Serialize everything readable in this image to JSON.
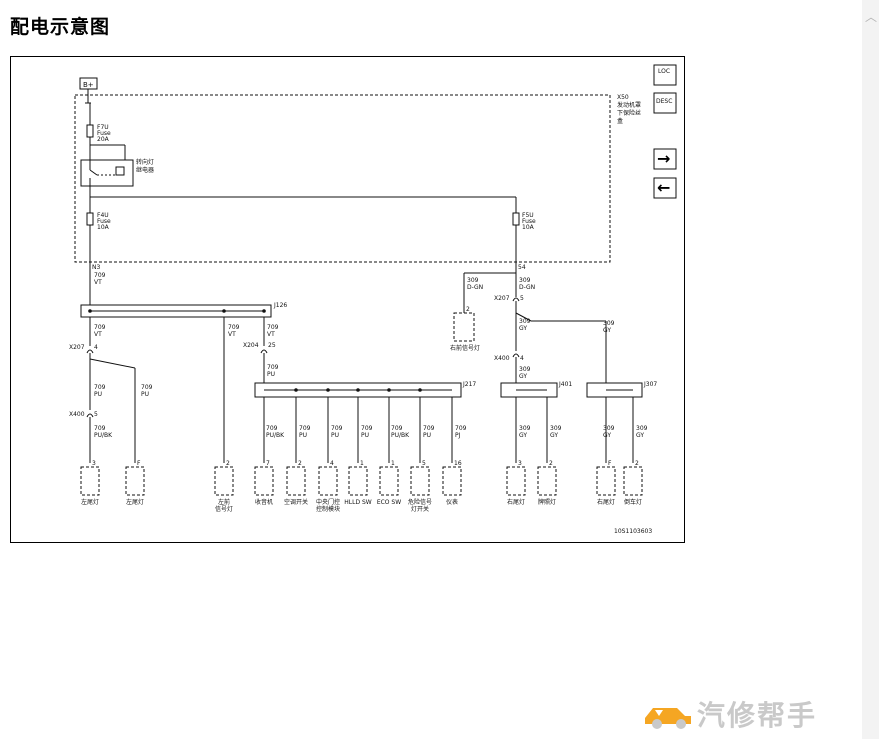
{
  "page": {
    "title": "配电示意图"
  },
  "diagram": {
    "power_label": "B+",
    "fuse_box": {
      "line1": "X50",
      "line2": "发动机罩",
      "line3": "下保险丝",
      "line4": "盒"
    },
    "fuses": [
      {
        "id": "F7U",
        "type": "Fuse",
        "rating": "20A"
      },
      {
        "id": "F4U",
        "type": "Fuse",
        "rating": "10A"
      },
      {
        "id": "F5U",
        "type": "Fuse",
        "rating": "10A"
      }
    ],
    "relay": {
      "line1": "转向灯",
      "line2": "继电器"
    },
    "pins": {
      "n3": "N3",
      "p54": "54",
      "p4a": "4",
      "p25": "25",
      "p5a": "5",
      "p4b": "4",
      "p5b": "5",
      "p5c": "5"
    },
    "wires": {
      "w709vt": {
        "num": "709",
        "color": "VT"
      },
      "w709pu": {
        "num": "709",
        "color": "PU"
      },
      "w709pubk": {
        "num": "709",
        "color": "PU/BK"
      },
      "w709pj": {
        "num": "709",
        "color": "PJ"
      },
      "w309dgn": {
        "num": "309",
        "color": "D-GN"
      },
      "w309gy": {
        "num": "309",
        "color": "GY"
      }
    },
    "connectors": {
      "x207": "X207",
      "x400": "X400",
      "x204": "X204",
      "j126": "J126",
      "j217": "J217",
      "j401": "J401",
      "j307": "J307"
    },
    "components": [
      {
        "pin": "3",
        "label": "左尾灯"
      },
      {
        "pin": "F",
        "label": "左尾灯"
      },
      {
        "pin": "2",
        "label": "左前",
        "label2": "信号灯"
      },
      {
        "pin": "7",
        "label": "收音机"
      },
      {
        "pin": "2",
        "label": "空调开关"
      },
      {
        "pin": "4",
        "label": "中央门控",
        "label2": "控制模块"
      },
      {
        "pin": "1",
        "label": "HLLD SW"
      },
      {
        "pin": "1",
        "label": "ECO SW"
      },
      {
        "pin": "5",
        "label": "危险信号",
        "label2": "灯开关"
      },
      {
        "pin": "16",
        "label": "仪表"
      },
      {
        "pin": "3",
        "label": "右尾灯"
      },
      {
        "pin": "2",
        "label": "牌照灯"
      },
      {
        "pin": "F",
        "label": "右尾灯"
      },
      {
        "pin": "2",
        "label": "倒车灯"
      }
    ],
    "right_front_signal": {
      "pin": "2",
      "label": "右前信号灯"
    },
    "figure_id": "10S1103603",
    "nav": {
      "loc_label": "LOC",
      "desc_label": "DESC",
      "next": "→",
      "prev": "←"
    }
  },
  "watermark": {
    "text": "汽修帮手"
  },
  "colors": {
    "line": "#111111",
    "watermark_orange": "#f5a623",
    "watermark_gray": "#c9c9c9"
  }
}
